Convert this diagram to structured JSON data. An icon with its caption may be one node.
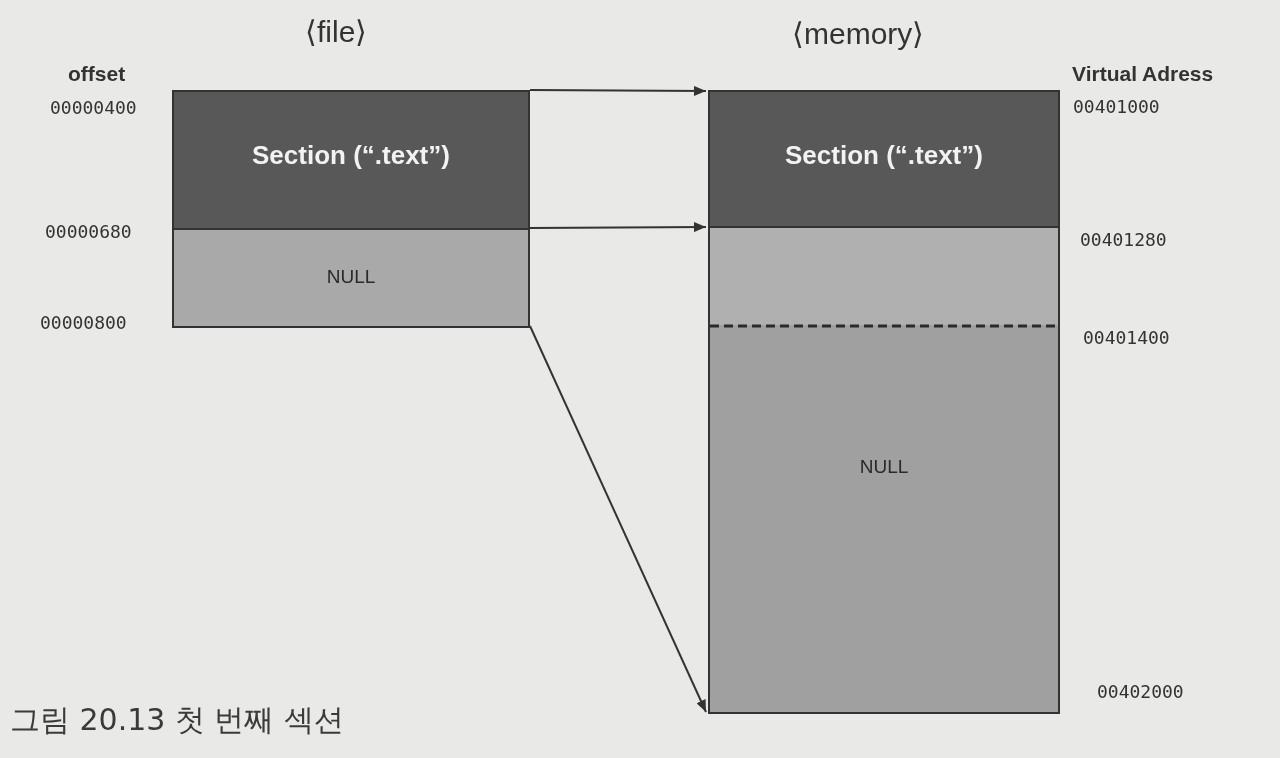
{
  "diagram": {
    "caption": "그림 20.13 첫 번째 섹션",
    "nodes": [
      {
        "text": [
          "Section (“.text”)"
        ]
      },
      {
        "text": [
          "NULL"
        ]
      },
      {
        "text": [
          "Section (“.text”)"
        ]
      },
      {
        "text": [
          "NULL"
        ]
      }
    ],
    "edges": [
      {
        "from": 0,
        "to": 2,
        "arrow": "to"
      },
      {
        "from": 1,
        "to": 3,
        "arrow": "to"
      },
      {
        "from": 1,
        "to": 3,
        "arrow": "to"
      }
    ],
    "labels": [
      "⟨file⟩",
      "⟨memory⟩",
      "offset",
      "Virtual Adress",
      "00000400",
      "00401000",
      "00000680",
      "00401280",
      "00000800",
      "00401400",
      "00402000"
    ]
  }
}
